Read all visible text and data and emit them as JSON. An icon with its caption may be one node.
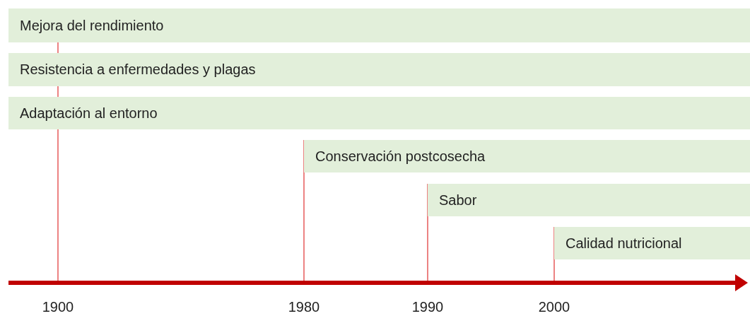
{
  "diagram": {
    "nodes": [
      {
        "text": [
          "Mejora del rendimiento"
        ]
      },
      {
        "text": [
          "Resistencia a enfermedades y plagas"
        ]
      },
      {
        "text": [
          "Adaptación al entorno"
        ]
      },
      {
        "text": [
          "Conservación postcosecha"
        ]
      },
      {
        "text": [
          "Sabor"
        ]
      },
      {
        "text": [
          "Calidad nutricional"
        ]
      }
    ],
    "labels": [
      "1900",
      "1980",
      "1990",
      "2000"
    ]
  }
}
